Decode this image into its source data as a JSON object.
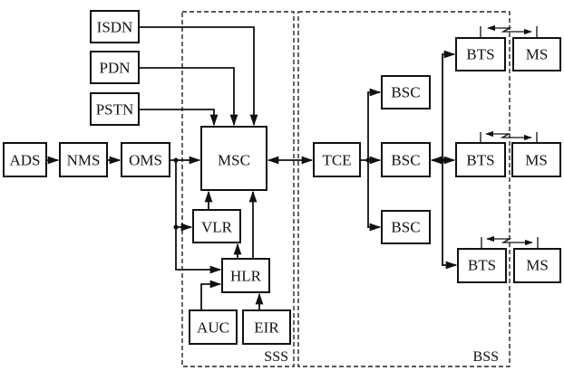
{
  "diagram": {
    "type": "GSM network architecture block diagram",
    "regions": {
      "sss": {
        "label": "SSS"
      },
      "bss": {
        "label": "BSS"
      }
    },
    "nodes": {
      "isdn": "ISDN",
      "pdn": "PDN",
      "pstn": "PSTN",
      "ads": "ADS",
      "nms": "NMS",
      "oms": "OMS",
      "msc": "MSC",
      "vlr": "VLR",
      "hlr": "HLR",
      "auc": "AUC",
      "eir": "EIR",
      "tce": "TCE",
      "bsc1": "BSC",
      "bsc2": "BSC",
      "bsc3": "BSC",
      "bts1": "BTS",
      "bts2": "BTS",
      "bts3": "BTS",
      "ms1": "MS",
      "ms2": "MS",
      "ms3": "MS"
    },
    "connections": [
      {
        "from": "ISDN",
        "to": "MSC",
        "direction": "one-way"
      },
      {
        "from": "PDN",
        "to": "MSC",
        "direction": "one-way"
      },
      {
        "from": "PSTN",
        "to": "MSC",
        "direction": "one-way"
      },
      {
        "from": "ADS",
        "to": "NMS",
        "direction": "one-way"
      },
      {
        "from": "NMS",
        "to": "OMS",
        "direction": "one-way"
      },
      {
        "from": "OMS",
        "to": "MSC",
        "direction": "one-way"
      },
      {
        "from": "OMS",
        "to": "VLR",
        "direction": "one-way"
      },
      {
        "from": "OMS",
        "to": "HLR",
        "direction": "one-way"
      },
      {
        "from": "VLR",
        "to": "MSC",
        "direction": "one-way"
      },
      {
        "from": "HLR",
        "to": "VLR",
        "direction": "one-way"
      },
      {
        "from": "HLR",
        "to": "MSC",
        "direction": "one-way"
      },
      {
        "from": "AUC",
        "to": "HLR",
        "direction": "one-way"
      },
      {
        "from": "EIR",
        "to": "HLR",
        "direction": "one-way"
      },
      {
        "from": "MSC",
        "to": "TCE",
        "direction": "two-way"
      },
      {
        "from": "TCE",
        "to": "BSC",
        "direction": "one-way",
        "count": 3
      },
      {
        "from": "BSC",
        "to": "BTS",
        "direction": "two-way",
        "count": 3
      },
      {
        "from": "BTS",
        "to": "MS",
        "direction": "wireless two-way",
        "count": 3
      }
    ]
  }
}
